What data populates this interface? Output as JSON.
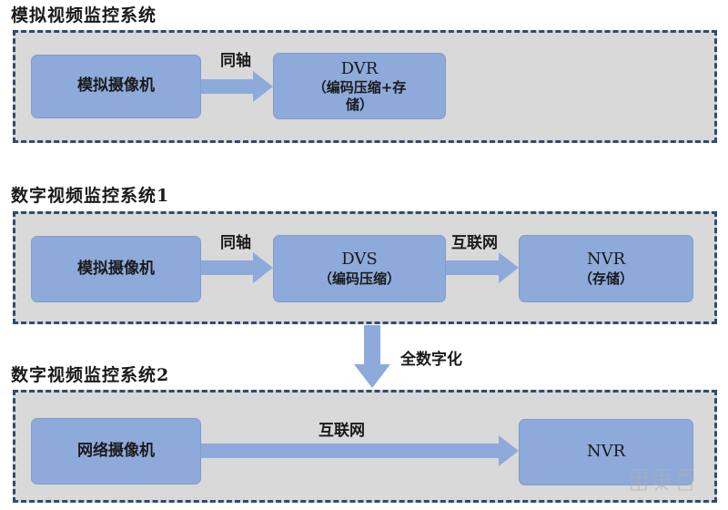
{
  "sections": {
    "analog": {
      "title": "模拟视频监控系统"
    },
    "digital1": {
      "title": "数字视频监控系统1"
    },
    "digital2": {
      "title": "数字视频监控系统2"
    }
  },
  "nodes": {
    "analog_camera_1": "模拟摄像机",
    "dvr_main": "DVR",
    "dvr_sub_line1": "（编码压缩+存",
    "dvr_sub_line2": "储）",
    "analog_camera_2": "模拟摄像机",
    "dvs_main": "DVS",
    "dvs_sub": "（编码压缩）",
    "nvr1_main": "NVR",
    "nvr1_sub": "（存储）",
    "ip_camera": "网络摄像机",
    "nvr2_main": "NVR"
  },
  "edges": {
    "coax_1": "同轴",
    "coax_2": "同轴",
    "internet_1": "互联网",
    "digitization": "全数字化",
    "internet_2": "互联网"
  },
  "colors": {
    "node_fill": "#8eaadb",
    "panel_fill": "#d9d9d9",
    "panel_border": "#2f4b73",
    "arrow": "#8eaadb"
  },
  "watermark": {
    "text": "智東西"
  }
}
